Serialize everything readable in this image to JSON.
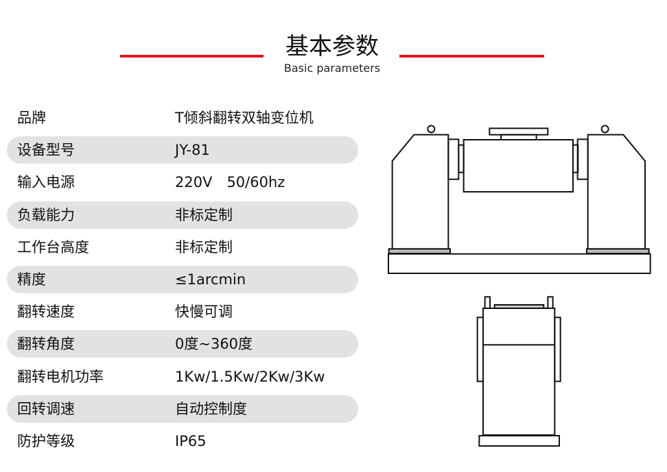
{
  "header": {
    "title": "基本参数",
    "subtitle": "Basic parameters"
  },
  "accent_color": "#e3161f",
  "params": [
    {
      "label": "品牌",
      "value": "T倾斜翻转双轴变位机"
    },
    {
      "label": "设备型号",
      "value": "JY-81"
    },
    {
      "label": "输入电源",
      "value": "220V　50/60hz"
    },
    {
      "label": "负载能力",
      "value": "非标定制"
    },
    {
      "label": "工作台高度",
      "value": "非标定制"
    },
    {
      "label": "精度",
      "value": "≤1arcmin"
    },
    {
      "label": "翻转速度",
      "value": "快慢可调"
    },
    {
      "label": "翻转角度",
      "value": "0度~360度"
    },
    {
      "label": "翻转电机功率",
      "value": "1Kw/1.5Kw/2Kw/3Kw"
    },
    {
      "label": "回转调速",
      "value": "自动控制度"
    },
    {
      "label": "防护等级",
      "value": "IP65"
    }
  ]
}
